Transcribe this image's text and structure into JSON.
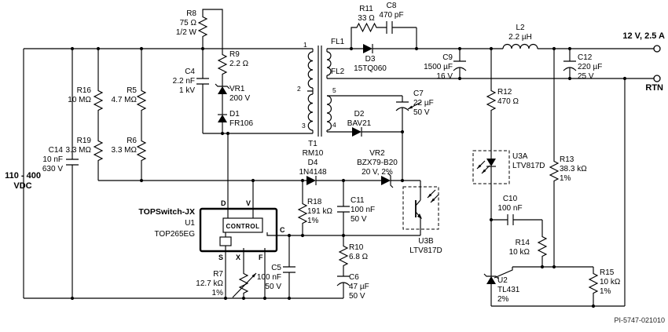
{
  "meta": {
    "doc_number": "PI-5747-021010"
  },
  "io": {
    "input": "110 - 400\nVDC",
    "output": "12 V, 2.5 A",
    "rtn": "RTN"
  },
  "ic": {
    "family": "TOPSwitch-JX",
    "ref": "U1",
    "part": "TOP265EG",
    "control": "CONTROL",
    "pins": {
      "d": "D",
      "v": "V",
      "c": "C",
      "s": "S",
      "x": "X",
      "f": "F"
    }
  },
  "transformer": {
    "pins": [
      "1",
      "2",
      "3",
      "4",
      "5"
    ],
    "leads": [
      "FL1",
      "FL2"
    ]
  },
  "components": {
    "r8": "R8\n75 Ω\n1/2 W",
    "r9": "R9\n2.2 Ω",
    "c4": "C4\n2.2 nF\n1 kV",
    "vr1": "VR1\n200 V",
    "d1": "D1\nFR106",
    "r16": "R16\n10 MΩ",
    "r5": "R5\n4.7 MΩ",
    "r19": "R19\n3.3 MΩ",
    "r6": "R6\n3.3 MΩ",
    "c14": "C14\n10 nF\n630 V",
    "r11": "R11\n33 Ω",
    "c8": "C8\n470 pF",
    "d3": "D3\n15TQ060",
    "c9": "C9\n1500 µF\n16 V",
    "l2": "L2\n2.2 µH",
    "c12": "C12\n220 µF\n25 V",
    "d2": "D2\nBAV21",
    "c7": "C7\n22 µF\n50 V",
    "d4": "D4\n1N4148",
    "vr2": "VR2\nBZX79-B20\n20 V, 2%",
    "r18": "R18\n191 kΩ\n1%",
    "c11": "C11\n100 nF\n50 V",
    "r12": "R12\n470 Ω",
    "r13": "R13\n38.3 kΩ\n1%",
    "c10": "C10\n100 nF",
    "r14": "R14\n10 kΩ",
    "u3a": "U3A\nLTV817D",
    "u3b": "U3B\nLTV817D",
    "u2": "U2\nTL431\n2%",
    "r15": "R15\n10 kΩ\n1%",
    "r7": "R7\n12.7 kΩ\n1%",
    "c5": "C5\n100 nF\n50 V",
    "r10": "R10\n6.8 Ω",
    "c6": "C6\n47 µF\n50 V",
    "t1": "T1\nRM10"
  }
}
